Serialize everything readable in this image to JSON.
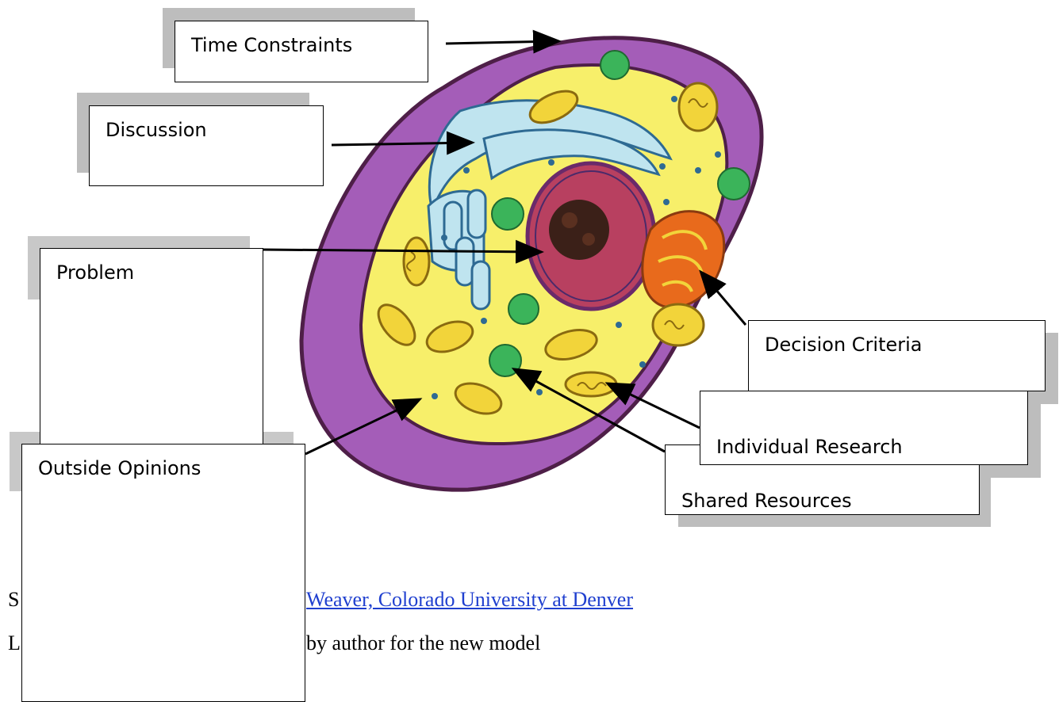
{
  "labels": {
    "time_constraints": "Time Constraints",
    "discussion": "Discussion",
    "problem": "Problem",
    "outside_opinions": "Outside Opinions",
    "decision_criteria": "Decision Criteria",
    "individual_research": "Individual Research",
    "shared_resources": "Shared Resources"
  },
  "footer": {
    "source_prefix": "S",
    "source_link": "Weaver, Colorado University at Denver",
    "credit_prefix": "L",
    "credit_text": "by author for the new model"
  },
  "colors": {
    "cell_wall": "#a45db8",
    "cell_wall_edge": "#4e1f48",
    "cytoplasm": "#f7ef6a",
    "nucleus": "#b84060",
    "nucleolus": "#3b2018",
    "er": "#bfe4ef",
    "er_edge": "#2e6a93",
    "mitochondria": "#f2d43a",
    "golgi_orange": "#e86a1c",
    "chloroplast": "#3bb45a",
    "link": "#1f3fcf"
  }
}
